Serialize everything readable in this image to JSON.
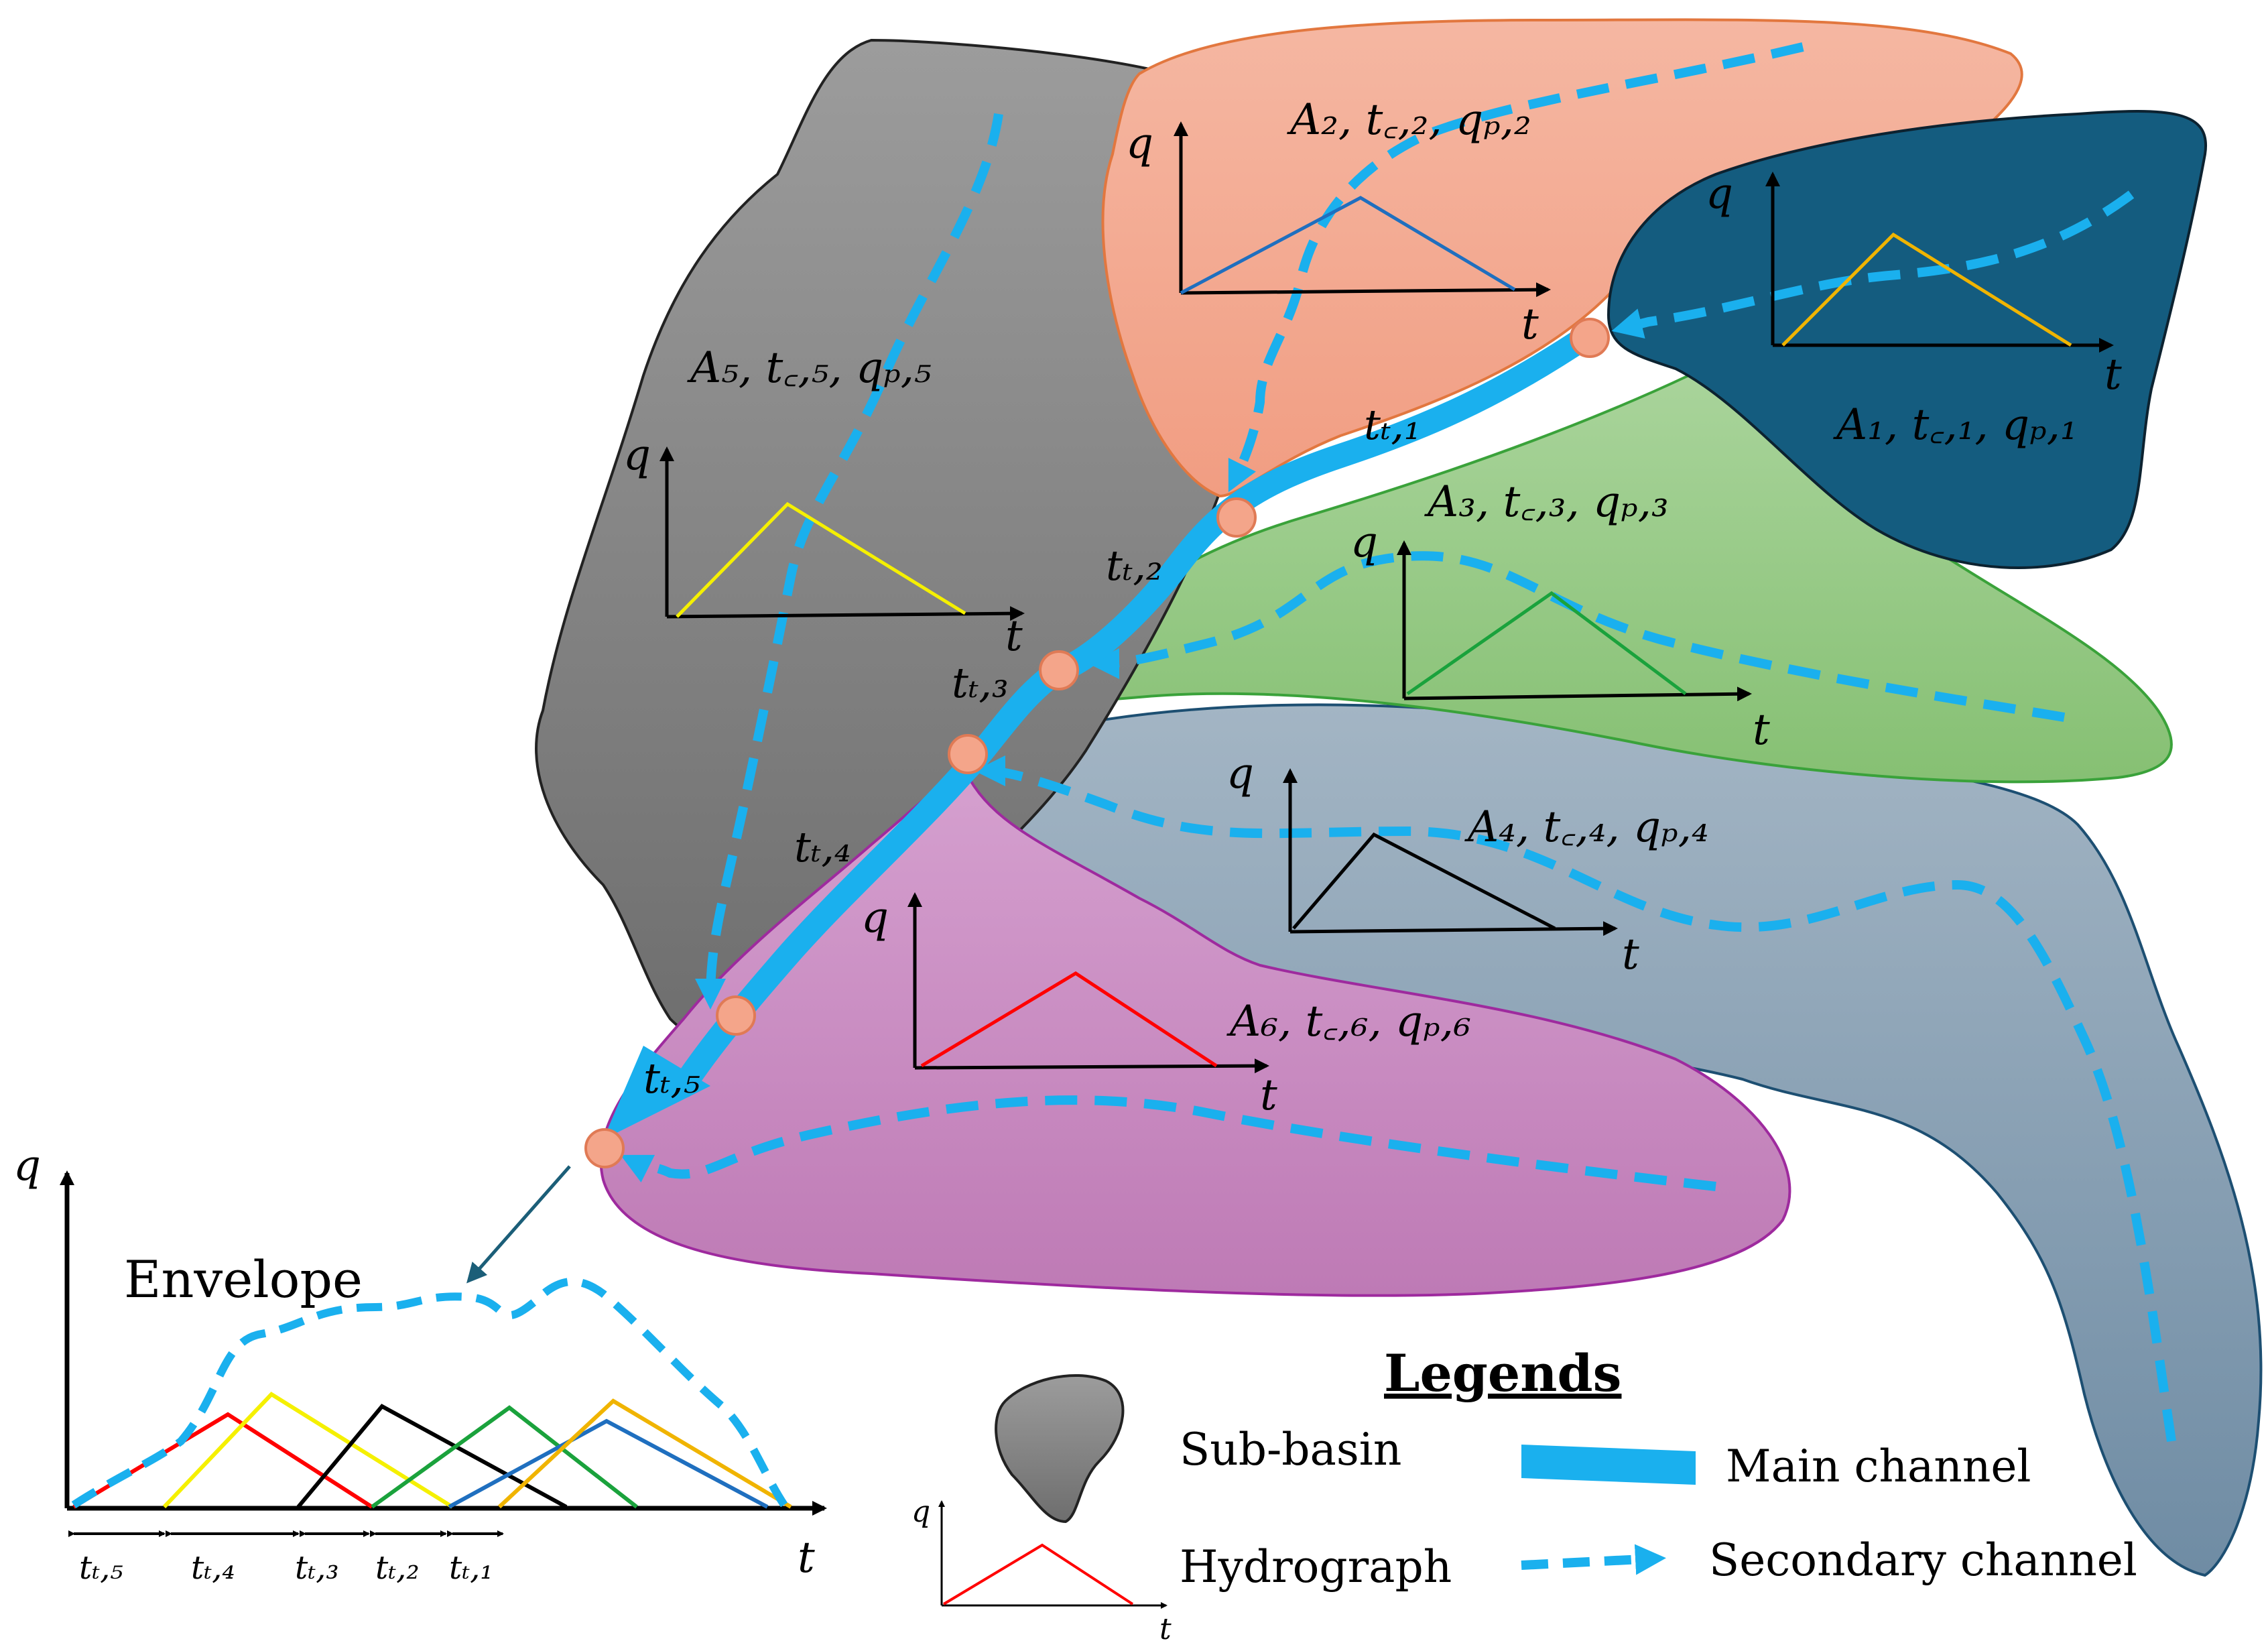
{
  "subbasins": [
    {
      "id": "1",
      "label": "A₁, t꜀,₁, qₚ,₁",
      "color": "#165d80",
      "hydro_color": "#f0b400"
    },
    {
      "id": "2",
      "label": "A₂, t꜀,₂, qₚ,₂",
      "color": "#f2a68e",
      "hydro_color": "#1f6fbf"
    },
    {
      "id": "3",
      "label": "A₃, t꜀,₃, qₚ,₃",
      "color": "#93c984",
      "hydro_color": "#1aa23c"
    },
    {
      "id": "4",
      "label": "A₄, t꜀,₄, qₚ,₄",
      "color": "#93a7b8",
      "hydro_color": "#000000"
    },
    {
      "id": "5",
      "label": "A₅, t꜀,₅, qₚ,₅",
      "color": "#8a8a8a",
      "hydro_color": "#f5f000"
    },
    {
      "id": "6",
      "label": "A₆, t꜀,₆, qₚ,₆",
      "color": "#c98ec2",
      "hydro_color": "#ff0000"
    }
  ],
  "axis": {
    "q": "q",
    "t": "t"
  },
  "travel_times": {
    "t1": "tₜ,₁",
    "t2": "tₜ,₂",
    "t3": "tₜ,₃",
    "t4": "tₜ,₄",
    "t5": "tₜ,₅"
  },
  "envelope": {
    "label": "Envelope",
    "intervals": [
      "tₜ,₅",
      "tₜ,₄",
      "tₜ,₃",
      "tₜ,₂",
      "tₜ,₁"
    ]
  },
  "legend": {
    "title": "Legends",
    "subbasin": "Sub-basin",
    "hydrograph": "Hydrograph",
    "main_channel": "Main channel",
    "secondary_channel": "Secondary channel"
  },
  "colors": {
    "channel": "#1ab0ee",
    "outlet_fill": "#f4a58a",
    "outlet_stroke": "#e07a55"
  }
}
